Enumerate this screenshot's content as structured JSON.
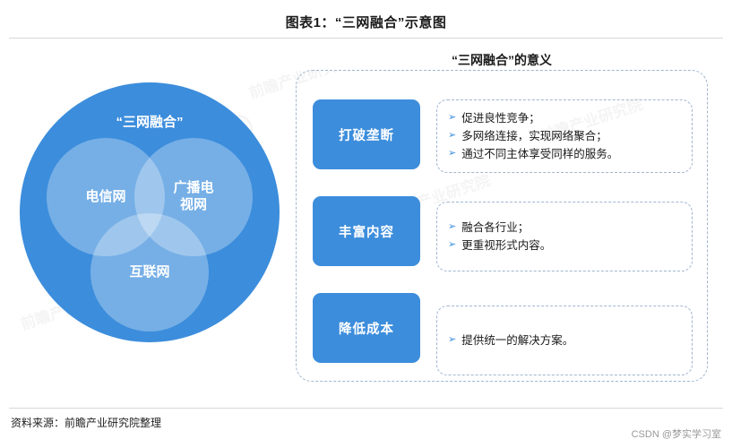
{
  "header": {
    "title": "图表1：“三网融合”示意图"
  },
  "venn": {
    "outer_label": "“三网融合”",
    "circles": [
      {
        "line1": "电信网"
      },
      {
        "line1": "广播电",
        "line2": "视网"
      },
      {
        "line1": "互联网"
      }
    ],
    "color": "#3c8ddc"
  },
  "right_panel": {
    "title": "“三网融合”的意义",
    "rows": [
      {
        "label": "打破垄断",
        "bullets": [
          "促进良性竞争；",
          "多网络连接，实现网络聚合；",
          "通过不同主体享受同样的服务。"
        ]
      },
      {
        "label": "丰富内容",
        "bullets": [
          "融合各行业；",
          "更重视形式内容。"
        ]
      },
      {
        "label": "降低成本",
        "bullets": [
          "提供统一的解决方案。"
        ]
      }
    ],
    "bullet_marker": "➢"
  },
  "footer": {
    "source": "资料来源：前瞻产业研究院整理",
    "credit": "CSDN @梦实学习室"
  },
  "watermarks": [
    "前瞻产业研究院",
    "前瞻产业研究院",
    "前瞻产业研究院",
    "前瞻产业研究院",
    "前瞻产业研究院"
  ]
}
